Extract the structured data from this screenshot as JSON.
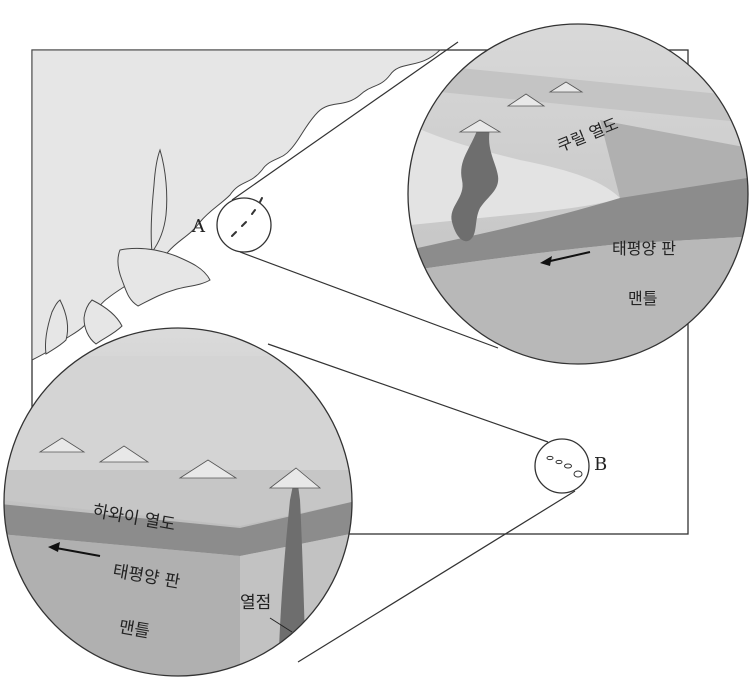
{
  "labels": {
    "point_a": "A",
    "point_b": "B",
    "kuril": "쿠릴 열도",
    "pacific_top": "태평양 판",
    "mantle_top": "맨틀",
    "hawaii": "하와이 열도",
    "pacific_bottom": "태평양 판",
    "mantle_bottom": "맨틀",
    "hotspot": "열점"
  },
  "colors": {
    "land": "#e6e6e6",
    "ocean_surface": "#cfcfcf",
    "plate": "#8c8c8c",
    "mantle": "#b8b8b8",
    "magma": "#6e6e6e",
    "stroke": "#333333"
  }
}
